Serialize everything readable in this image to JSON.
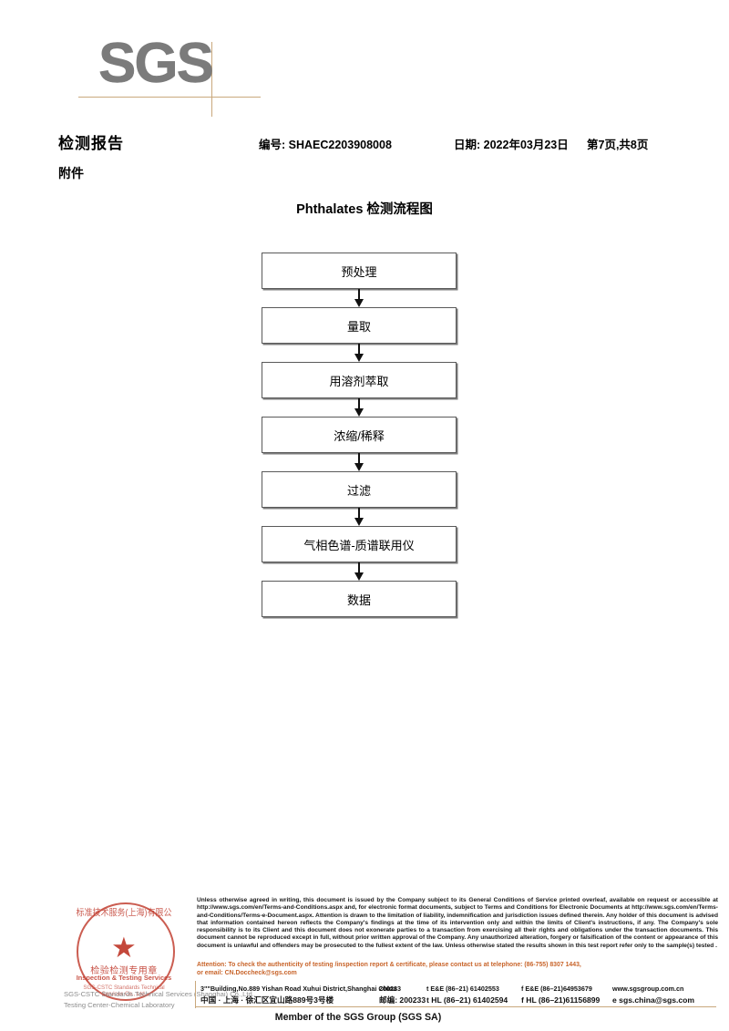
{
  "brand": {
    "logo_text": "SGS",
    "member_line": "Member of the SGS Group (SGS SA)"
  },
  "header": {
    "title": "检测报告",
    "subtitle": "附件",
    "report_no": "编号: SHAEC2203908008",
    "date": "日期: 2022年03月23日",
    "page": "第7页,共8页"
  },
  "flowchart": {
    "title": "Phthalates 检测流程图",
    "steps": [
      {
        "label": "预处理"
      },
      {
        "label": "量取"
      },
      {
        "label": "用溶剂萃取"
      },
      {
        "label": "浓缩/稀释"
      },
      {
        "label": "过滤"
      },
      {
        "label": "气相色谱-质谱联用仪"
      },
      {
        "label": "数据"
      }
    ]
  },
  "stamp": {
    "arc_top": "标准技术服务(上海)有限公",
    "star": "★",
    "cn_label": "检验检测专用章",
    "en_label": "Inspection & Testing Services",
    "arc_bottom": "SGS-CSTC Standards Technical Services Co., Ltd.",
    "gray_line1": "SGS-CSTC Standards Technical Services (Shanghai) Co.,Ltd.",
    "gray_line2": "Testing Center-Chemical Laboratory"
  },
  "footer": {
    "legal": "Unless otherwise agreed in writing, this document is issued by the Company subject to its General Conditions of Service printed overleaf, available on request or accessible at http://www.sgs.com/en/Terms-and-Conditions.aspx and, for electronic format documents, subject to Terms and Conditions for Electronic Documents at http://www.sgs.com/en/Terms-and-Conditions/Terms-e-Document.aspx. Attention is drawn to the limitation of liability, indemnification and jurisdiction issues defined therein. Any holder of this document is advised that information contained hereon reflects the Company's findings at the time of its intervention only and within the limits of Client's instructions, if any. The Company's sole responsibility is to its Client and this document does not exonerate parties to a transaction from exercising all their rights and obligations under the transaction documents. This document cannot be reproduced except in full, without prior written approval of the Company. Any unauthorized alteration, forgery or falsification of the content or appearance of this document is unlawful and offenders may be prosecuted to the fullest extent of the law. Unless otherwise stated the results shown in this test report refer only to the sample(s) tested .",
    "attention_line1": "Attention: To check the authenticity of testing /inspection report & certificate, please contact us at telephone: (86-755) 8307 1443,",
    "attention_line2": "or email: CN.Doccheck@sgs.com",
    "address_en": "3\"\"Building,No.889 Yishan Road Xuhui District,Shanghai China",
    "postcode_en": "200233",
    "address_cn": "中国 · 上海 · 徐汇区宜山路889号3号楼",
    "postcode_cn_label": "邮编: 200233",
    "tel_en": "t E&E (86–21) 61402553",
    "fax_en": "f E&E (86–21)64953679",
    "tel_cn": "t HL (86–21) 61402594",
    "fax_cn": "f HL (86–21)61156899",
    "website": "www.sgsgroup.com.cn",
    "email": "e  sgs.china@sgs.com"
  }
}
